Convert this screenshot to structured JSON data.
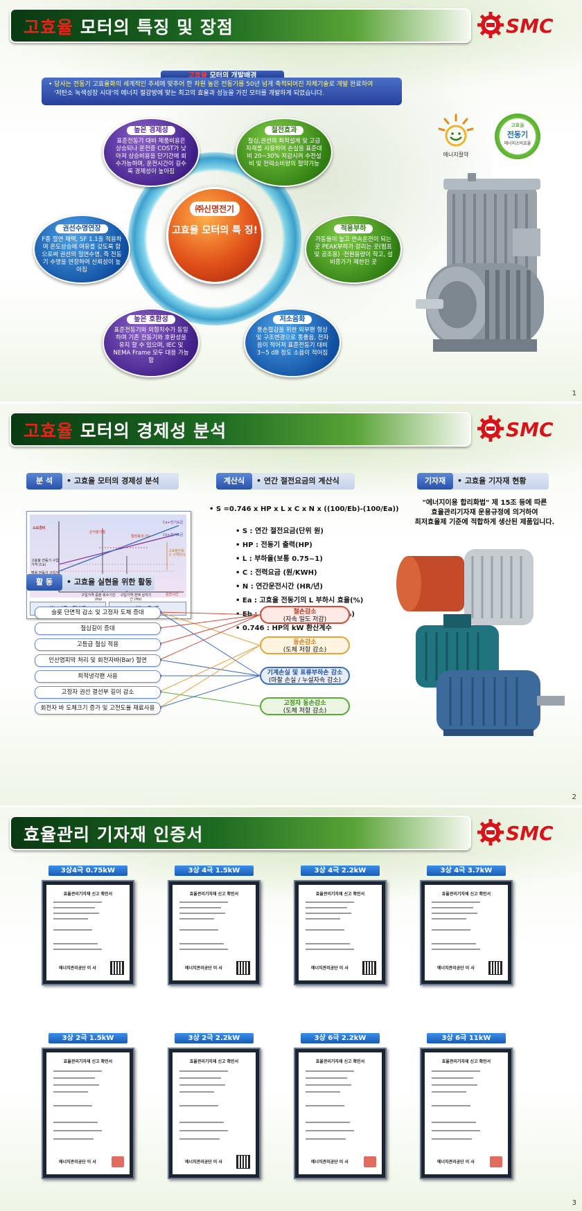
{
  "slides": [
    {
      "title_red": "고효율",
      "title_rest": " 모터의 특징 및 장점",
      "brand": "SMC",
      "background_heading_red": "고효율",
      "background_heading": "모터의 개발배경",
      "background_text_1": "당사는 전동기 고효율화의 세계적인 추세에 맞추어 한 차원 높은 전동기를 50년 넘게 축적되어진 자체기술로 개발 완료하여",
      "background_text_2": "'저탄소 녹색성장 시대'의 에너지 절감방에 맞는 최고의 효율과 성능을 가진 모터를 개발하게 되었습니다.",
      "center_company": "㈜신명전기",
      "center_text": "고효율 모터의 특 징!",
      "features": [
        {
          "label": "높은 경제성",
          "text": "표준전동기 대비 제품비용은 상승되나 운전중 COST가 낮아져 상승비용을 단기간에 회수가능하며, 운전시간이 길수록 경제성이 높아짐"
        },
        {
          "label": "절전효과",
          "text": "철심,권선의 최적설계 및 고급자재를 사용하여 손실을 표준대비 20~30% 저감시켜 수전설비 및 전력소비량의 절약가능"
        },
        {
          "label": "적용부하",
          "text": "가동율이 높고 연속운전이 되는 곳 PEAK부하가 걸리는 곳(펌프및 공조용) ·전원용량이 작고, 설비증가가 제한된 곳"
        },
        {
          "label": "저소음화",
          "text": "풍손절감을 위한 외부팬 형상 및 구조변경으로 통풍음, 전자음이 적어져 표준전동기 대비 3~5 dB 정도 소음이 적어짐"
        },
        {
          "label": "높은 호환성",
          "text": "표준전동기와 외형치수가 동일하며 기존 전동기와 호환성을 유지 할 수 있으며, IEC 및 NEMA Frame 모두 대응 가능함"
        },
        {
          "label": "권선수명연장",
          "text": "F종 절연 채택, SF 1.1을 적용하여 온도상승에 여유를 갖도록 함으로써 권선의 절연수명, 즉 전동기 수명을 연장하여 신뢰성이 높아짐"
        }
      ],
      "logos": {
        "energy_caption": "에너지절약",
        "badge_top": "고효율",
        "badge_main": "전동기",
        "badge_bottom": "에너지소비효율"
      },
      "page": "1"
    },
    {
      "title_red": "고효율",
      "title_rest": " 모터의 경제성 분석",
      "brand": "SMC",
      "tags": {
        "analysis_k": "분 석",
        "analysis_v": "• 고효율 모터의 경제성 분석",
        "calc_k": "계산식",
        "calc_v": "• 연간 절전요금의 계산식",
        "equip_k": "기자재",
        "equip_v": "• 고효율 기자재 현황",
        "activity_k": "활 동",
        "activity_v": "• 고효율 실현을 위한 활동"
      },
      "graph": {
        "y1": "소요경비",
        "y2": "고효율 전동기 구입가격 (Ca)",
        "y3": "범용 전동기 구입가격 (Cb)",
        "line1": "Ca+전기요금",
        "line2": "Cb+전기요금",
        "line3": "절전효과 (S)",
        "line4": "손익분기점",
        "line5": "고효율전동기 가격차이",
        "x1": "구입가격 증분 회수기간 (Ha)",
        "x2": "구입가격 전액 상각기간 (Hb)",
        "x3": "운전시간",
        "f1": "Ha=(Ca-Cb)/S",
        "f2": "Hb=Ca/S"
      },
      "formula": "• S =0.746 x HP x L x C x N x ((100/Eb)-(100/Ea))",
      "vars": [
        "• S : 연간 절전요금(단위 원)",
        "• HP : 전동기 출력(HP)",
        "• L : 부하율(보통 0.75~1)",
        "• C : 전력요금 (원/KWH)",
        "• N : 연간운전시간 (HR/년)",
        "• Ea : 고효율 전동기의 L 부하시 효율(%)",
        "• Eb : 일반전동기의 L 부하시 효율(%)",
        "• 0.746 : HP의 kW 환산계수"
      ],
      "standard_1": "\"에너지이용 합리화법\" 제 15조 등에 따른",
      "standard_2": "효율관리기자재 운용규정에 의거하여",
      "standard_3": "최저효율제 기준에 적합하게 생산된 제품입니다.",
      "activities": [
        "슬롯 단면적 감소 및 고정자 도체 증대",
        "철심길이 증대",
        "고등급 철심 적용",
        "인산염피막 처리 및 회전자바(Bar) 절연",
        "최적냉각팬 사용",
        "고정자 권선 결선부 길이 감소",
        "회전자 바 도체크기 증가 및 고전도율 재료사용"
      ],
      "results": [
        {
          "h": "철손감소",
          "s": "(자속 밀도 저감)"
        },
        {
          "h": "동손감소",
          "s": "(도체 저항 감소)"
        },
        {
          "h": "기계손실 및 표류부하손 감소",
          "s": "(마찰 손실 / 누설자속 감소)"
        },
        {
          "h": "고정자 동손감소",
          "s": "(도체 저항 감소)"
        }
      ],
      "page": "2"
    },
    {
      "title": "효율관리 기자재 인증서",
      "brand": "SMC",
      "certs": [
        "3상4극 0.75kW",
        "3상 4극 1.5kW",
        "3상 4극 2.2kW",
        "3상 4극 3.7kW",
        "3상 2극 1.5kW",
        "3상 2극 2.2kW",
        "3상 6극 2.2kW",
        "3상 6극 11kW"
      ],
      "cert_title": "효율관리기자재 신고 확인서",
      "cert_footer": "에너지관리공단 이 사",
      "page": "3"
    }
  ]
}
